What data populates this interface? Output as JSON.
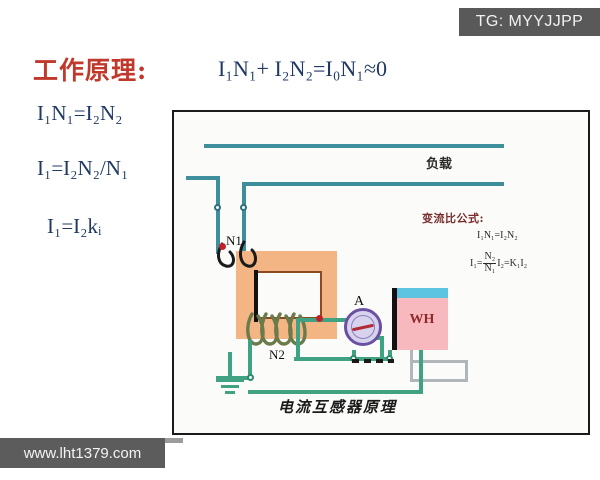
{
  "badge": {
    "label": "TG: MYYJJPP"
  },
  "watermark": {
    "label": "www.lht1379.com"
  },
  "left_panel": {
    "heading": "工作原理:",
    "equation_top": "I₁N₁+ I₂N₂=I₀N₁≈0",
    "equations": [
      "I₁N₁=I₂N₂",
      "I₁=I₂N₂/N₁",
      "I₁=I₂kᵢ"
    ]
  },
  "diagram": {
    "caption": "电流互感器原理",
    "load_label": "负载",
    "primary_label": "N1",
    "secondary_label": "N2",
    "ammeter_label": "A",
    "watthour_label": "WH",
    "ratio_title": "变流比公式:",
    "ratio_eq1": "I₁N₁=I₂N₂",
    "ratio_eq2_lhs": "I₁=",
    "ratio_eq2_num": "N₂",
    "ratio_eq2_den": "N₁",
    "ratio_eq2_rhs": "I₂=K₁I₂"
  },
  "colors": {
    "heading": "#c0392b",
    "equation": "#1f3864",
    "primary_wire": "#3f8e9b",
    "secondary_wire": "#3fa383",
    "meter_return_wire": "#b0b6ba",
    "core": "#f3b584",
    "core_window_border": "#8a4b23",
    "ammeter": "#6a4fa3",
    "watthour_body": "#f7b9bd",
    "watthour_top": "#5cc4e0",
    "terminal_red": "#c0202a",
    "badge_bg": "#595959",
    "watermark_bg": "#5c5c5c"
  }
}
